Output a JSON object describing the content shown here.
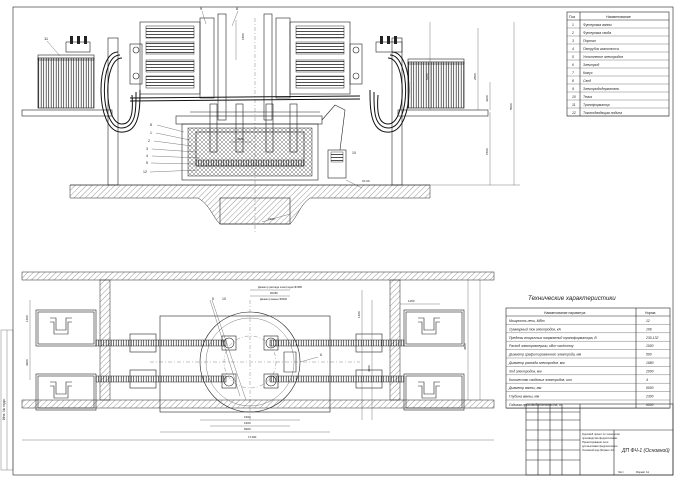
{
  "parts_table": {
    "headers": [
      "Поз",
      "Наименование"
    ],
    "rows": [
      {
        "pos": "1",
        "name": "Футеровка ванны"
      },
      {
        "pos": "2",
        "name": "Футеровка свода"
      },
      {
        "pos": "3",
        "name": "Портал"
      },
      {
        "pos": "4",
        "name": "Патрубок газоотсоса"
      },
      {
        "pos": "5",
        "name": "Уплотнение электродов"
      },
      {
        "pos": "6",
        "name": "Электрод"
      },
      {
        "pos": "7",
        "name": "Кожух"
      },
      {
        "pos": "8",
        "name": "Свод"
      },
      {
        "pos": "9",
        "name": "Электрододержатель"
      },
      {
        "pos": "10",
        "name": "Течка"
      },
      {
        "pos": "11",
        "name": "Трансформатор"
      },
      {
        "pos": "12",
        "name": "Токоподводящая подина"
      }
    ]
  },
  "tech_specs": {
    "title": "Технические характеристики",
    "headers": [
      "Наименование параметра",
      "Норма"
    ],
    "rows": [
      {
        "param": "Мощность печи, МВт",
        "value": "12"
      },
      {
        "param": "Суммарный ток электродов, кА",
        "value": "106"
      },
      {
        "param": "Пределы вторичных напряжений трансформатора, В",
        "value": "230-132"
      },
      {
        "param": "Расход электроэнергии, кВт·час/тонну",
        "value": "1000"
      },
      {
        "param": "Диаметр графитированного электрода, мм",
        "value": "500"
      },
      {
        "param": "Диаметр распада электродов, мм",
        "value": "1680"
      },
      {
        "param": "Ход электродов, мм",
        "value": "2000"
      },
      {
        "param": "Количество сводовых электродов, шт",
        "value": "4"
      },
      {
        "param": "Диаметр ванны, мм",
        "value": "6000"
      },
      {
        "param": "Глубина ванны, мм",
        "value": "2300"
      },
      {
        "param": "Годовая производительность, т",
        "value": "6000"
      }
    ]
  },
  "callouts": {
    "top": [
      "9",
      "6"
    ],
    "left_side": [
      "8",
      "1",
      "2",
      "3",
      "4",
      "5",
      "12"
    ],
    "right_side": [
      "10"
    ],
    "transformer": "11",
    "plan_top": [
      "5",
      "10"
    ],
    "plan_mid": "6"
  },
  "dimensions": {
    "elev_right": [
      "8380",
      "2800",
      "4200",
      "1500",
      "5000"
    ],
    "elev_mid": [
      "1800",
      "4650"
    ],
    "elev_pit": "2300",
    "elev_level": "±0.00",
    "plan_labels": [
      "Диаметр распада электродов Ф1680",
      "Ф1680",
      "Диаметр ванны Ф6000"
    ],
    "plan_top": "1150",
    "plan_right": [
      "1400",
      "3900",
      "4800"
    ],
    "plan_bottom": [
      "1600",
      "1600",
      "6900",
      "17100"
    ],
    "plan_left": [
      "1400",
      "3900"
    ]
  },
  "title_block": {
    "description": [
      "Курсовой проект по технологии",
      "производства ферросплавов.",
      "Проектирование печи",
      "для выплавки ферросилиция",
      "Основной вид (Формат А1)"
    ],
    "code": "ДП ФЧ-1 (Основной)",
    "sheet": "Формат А1",
    "mark": "Лист"
  },
  "side_stamp": "Инв. № подл."
}
